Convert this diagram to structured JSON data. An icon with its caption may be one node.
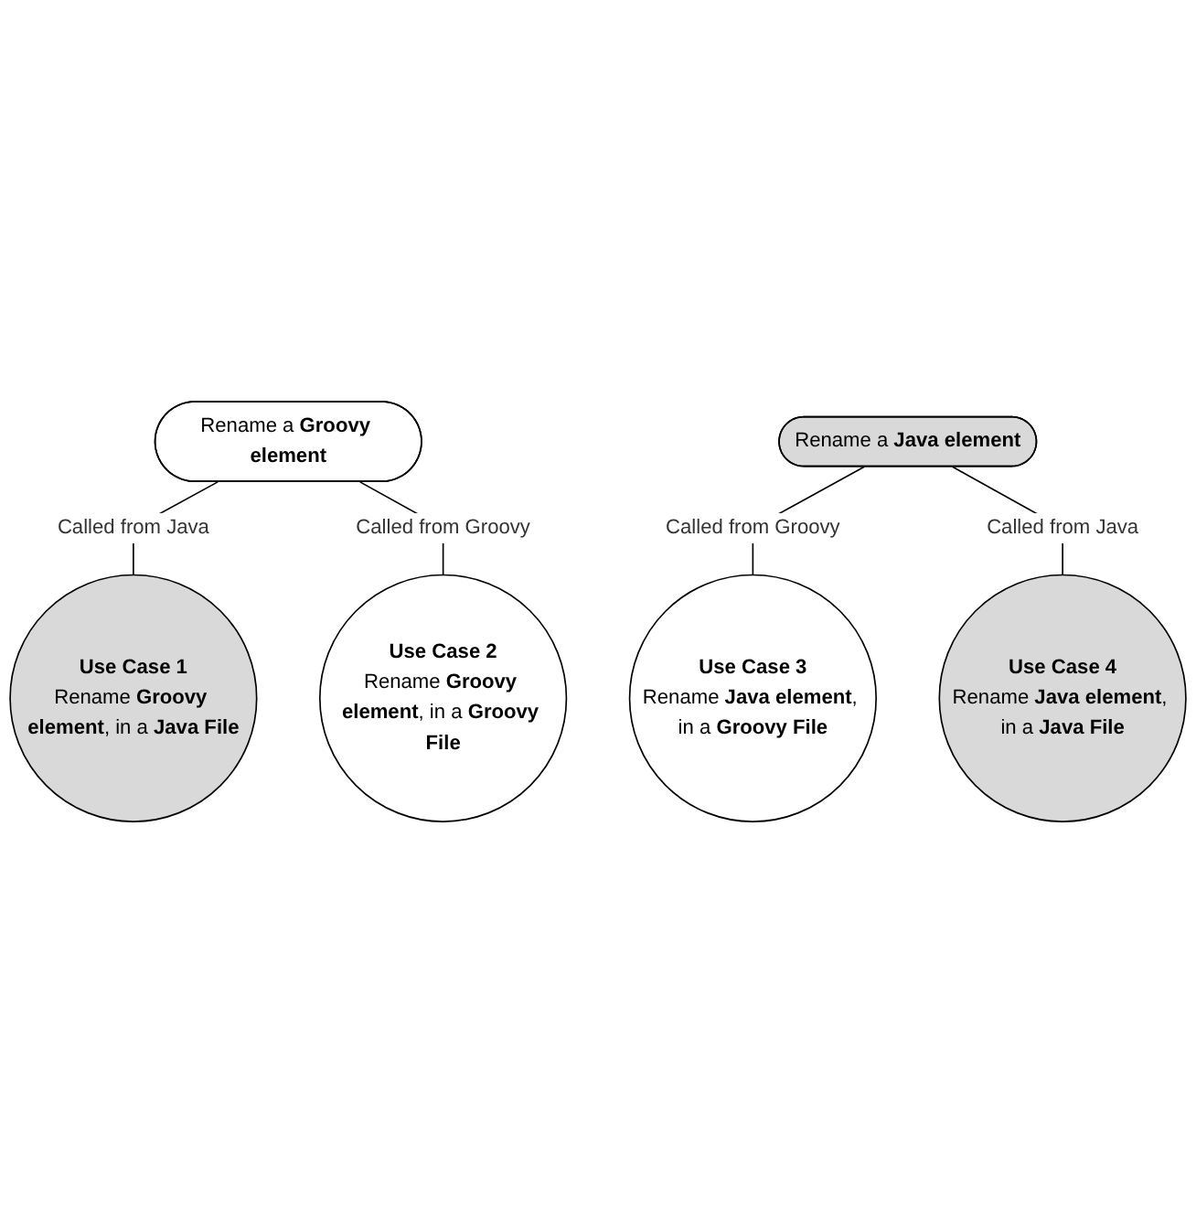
{
  "diagram": {
    "nodes": [
      {
        "text": [
          "Rename a **Groovy element**"
        ]
      },
      {
        "text": [
          "**Use Case 1**",
          "Rename **Groovy element**, in a **Java File**"
        ]
      },
      {
        "text": [
          "**Use Case 2**",
          "Rename **Groovy element**, in a **Groovy File**"
        ]
      },
      {
        "text": [
          "Rename a **Java element**"
        ]
      },
      {
        "text": [
          "**Use Case 3**",
          "Rename **Java element**, in a **Groovy File**"
        ]
      },
      {
        "text": [
          "**Use Case 4**",
          "Rename **Java element**, in a **Java File**"
        ]
      }
    ],
    "edges": [
      {
        "from": 0,
        "to": 1,
        "arrow": "none",
        "label": "Called from Java"
      },
      {
        "from": 0,
        "to": 2,
        "arrow": "none",
        "label": "Called from Groovy"
      },
      {
        "from": 3,
        "to": 4,
        "arrow": "none",
        "label": "Called from Groovy"
      },
      {
        "from": 3,
        "to": 5,
        "arrow": "none",
        "label": "Called from Java"
      }
    ]
  }
}
